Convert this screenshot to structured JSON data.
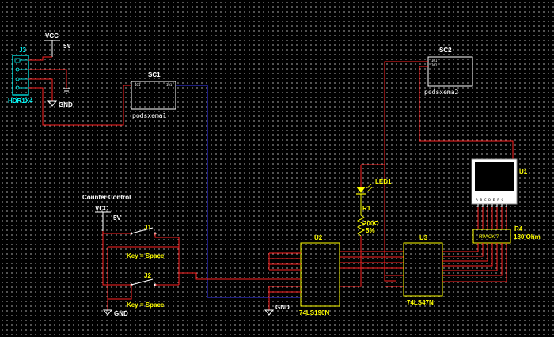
{
  "components": {
    "vcc_top": {
      "label": "VCC",
      "value": "5V"
    },
    "j3": {
      "ref": "J3",
      "part": "HDR1X4"
    },
    "gnd_top": {
      "label": "GND"
    },
    "sc1": {
      "ref": "SC1",
      "name": "podsxema1",
      "pin1": "IO1",
      "pin2": "IO1"
    },
    "sc2": {
      "ref": "SC2",
      "name": "podsxema2",
      "pin1": "IO1",
      "pin2": "IO2"
    },
    "u1": {
      "ref": "U1",
      "pins": "A B C D E F G"
    },
    "led1": {
      "ref": "LED1"
    },
    "r1": {
      "ref": "R1",
      "value": "200Ω",
      "tol": "5%"
    },
    "counter_control": {
      "title": "Counter Control",
      "vcc": "VCC",
      "value": "5V"
    },
    "j1": {
      "ref": "J1",
      "key": "Key = Space"
    },
    "j2": {
      "ref": "J2",
      "key": "Key = Space"
    },
    "gnd_left": {
      "label": "GND"
    },
    "u2": {
      "ref": "U2",
      "part": "74LS190N",
      "gnd": "GND"
    },
    "u3": {
      "ref": "U3",
      "part": "74LS47N"
    },
    "r4": {
      "ref": "R4",
      "part": "RPACK 7",
      "value": "180 Ohm"
    }
  },
  "colors": {
    "wire_red": "#ff2020",
    "wire_blue": "#3a3aff",
    "part_yellow": "#ffff00",
    "header_cyan": "#00ffff"
  }
}
